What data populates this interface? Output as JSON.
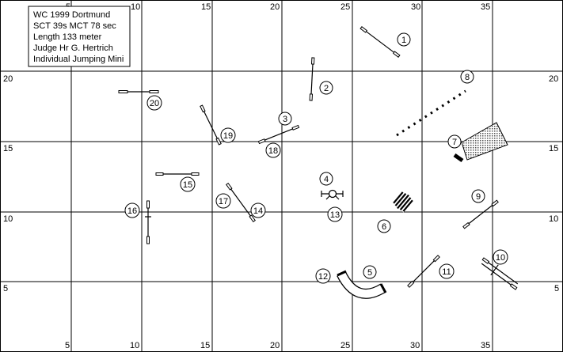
{
  "info": {
    "lines": [
      "WC 1999 Dortmund",
      "SCT 39s MCT 78 sec",
      "Length 133 meter",
      "Judge Hr G. Hertrich",
      "Individual Jumping Mini"
    ]
  },
  "grid": {
    "x_axis": [
      5,
      10,
      15,
      20,
      25,
      30,
      35
    ],
    "y_axis": [
      20,
      15,
      10,
      5
    ]
  },
  "obstacles": [
    {
      "number": "1",
      "type": "jump"
    },
    {
      "number": "2",
      "type": "jump"
    },
    {
      "number": "3",
      "type": "jump"
    },
    {
      "number": "4",
      "type": "tire"
    },
    {
      "number": "5",
      "type": "tunnel"
    },
    {
      "number": "6",
      "type": "table"
    },
    {
      "number": "7",
      "type": "chute"
    },
    {
      "number": "8",
      "type": "walk"
    },
    {
      "number": "9",
      "type": "jump"
    },
    {
      "number": "10",
      "type": "jump"
    },
    {
      "number": "11",
      "type": "jump"
    },
    {
      "number": "12",
      "type": "jump"
    },
    {
      "number": "13",
      "type": "jump"
    },
    {
      "number": "14",
      "type": "jump"
    },
    {
      "number": "15",
      "type": "jump"
    },
    {
      "number": "16",
      "type": "jump"
    },
    {
      "number": "17",
      "type": "jump"
    },
    {
      "number": "18",
      "type": "jump"
    },
    {
      "number": "19",
      "type": "jump"
    },
    {
      "number": "20",
      "type": "jump"
    }
  ],
  "colors": {
    "line": "#000000",
    "background": "#ffffff",
    "fill": "#aaaaaa"
  }
}
